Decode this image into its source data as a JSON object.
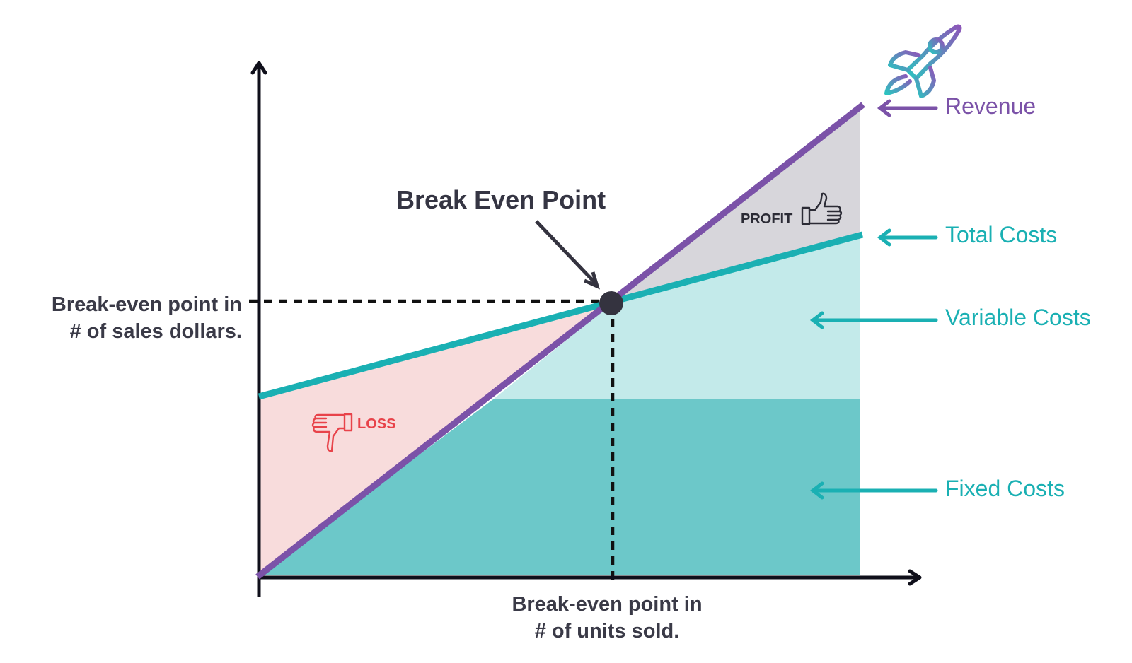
{
  "title": "Break Even Point",
  "y_axis_label": [
    "Break-even point in",
    "# of sales dollars."
  ],
  "x_axis_label": [
    "Break-even point in",
    "# of units sold."
  ],
  "legend": {
    "revenue": "Revenue",
    "total_costs": "Total Costs",
    "variable_costs": "Variable Costs",
    "fixed_costs": "Fixed Costs"
  },
  "region_labels": {
    "profit": "PROFIT",
    "loss": "LOSS"
  },
  "icons": {
    "top_right": "rocket-icon",
    "profit": "thumbs-up-icon",
    "loss": "thumbs-down-icon"
  },
  "colors": {
    "revenue": "#7b52a8",
    "total_costs": "#1ab0b3",
    "fixed_costs_fill": "#6cc8c9",
    "variable_costs_fill": "#c3eaea",
    "profit_fill": "#d7d6db",
    "loss_fill": "#f8dcdc",
    "loss_text": "#e8434a",
    "axis": "#0f0f1a"
  }
}
